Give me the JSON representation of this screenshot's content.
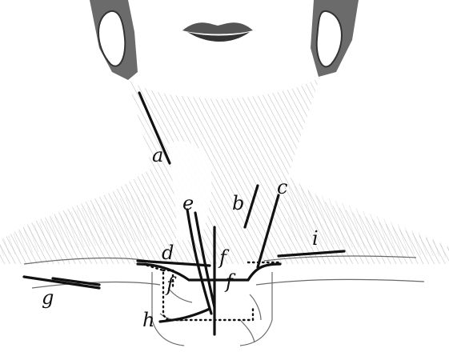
{
  "figure": {
    "labels": {
      "a": "a",
      "b": "b",
      "c": "c",
      "d": "d",
      "e": "e",
      "f": "f",
      "g": "g",
      "h": "h",
      "i": "i"
    }
  },
  "colors": {
    "ink": "#111111",
    "shading": "#8a8a8a",
    "background": "#ffffff"
  }
}
